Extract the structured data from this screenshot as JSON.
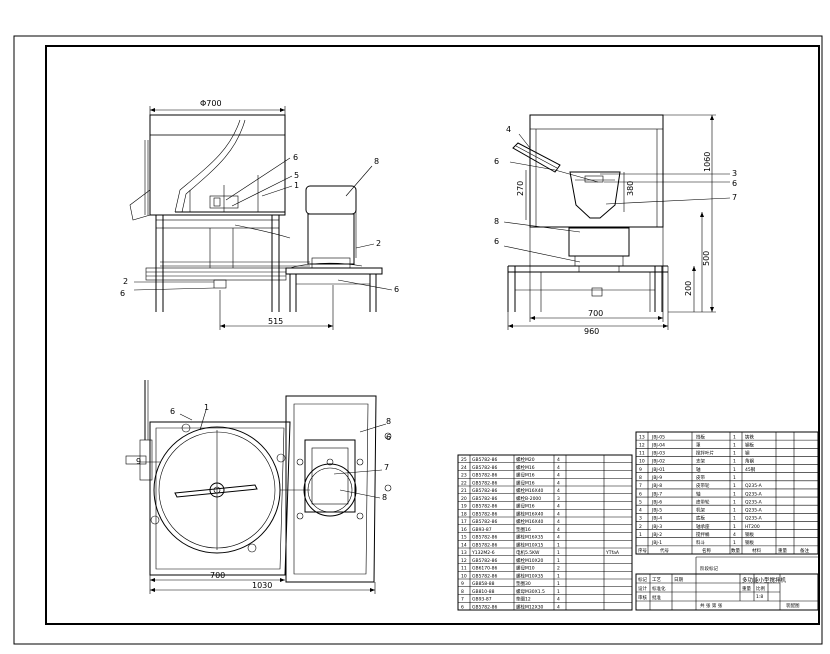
{
  "dims": {
    "phi700": "Φ700",
    "d515": "515",
    "d700_front": "700",
    "d960": "960",
    "d1060": "1060",
    "d270": "270",
    "d380": "380",
    "d500": "500",
    "d200": "200",
    "d700_plan": "700",
    "d1030": "1030"
  },
  "balloons": {
    "front": [
      "6",
      "5",
      "1",
      "2",
      "6",
      "2",
      "6",
      "6"
    ],
    "front_top_right": "8",
    "front_bottom_right": "6",
    "front_left_bottom": "2",
    "side": [
      "4",
      "6",
      "3",
      "6",
      "7",
      "8",
      "6"
    ],
    "plan": [
      "6",
      "1",
      "9",
      "8",
      "6",
      "7",
      "8"
    ]
  },
  "parts_left": [
    {
      "no": "25",
      "code": "GB5782-86",
      "name": "螺栓M20",
      "qty": "4"
    },
    {
      "no": "24",
      "code": "GB5782-86",
      "name": "螺栓M16",
      "qty": "4"
    },
    {
      "no": "23",
      "code": "GB5782-86",
      "name": "螺母M16",
      "qty": "4"
    },
    {
      "no": "22",
      "code": "GB5782-86",
      "name": "螺母M16",
      "qty": "4"
    },
    {
      "no": "21",
      "code": "GB5782-86",
      "name": "螺栓M16X40",
      "qty": "4"
    },
    {
      "no": "20",
      "code": "GB5782-86",
      "name": "螺栓B-2000",
      "qty": "3"
    },
    {
      "no": "19",
      "code": "GB5782-86",
      "name": "螺母M16",
      "qty": "4"
    },
    {
      "no": "18",
      "code": "GB5782-86",
      "name": "螺栓M16X40",
      "qty": "4"
    },
    {
      "no": "17",
      "code": "GB5782-86",
      "name": "螺栓M16X40",
      "qty": "4"
    },
    {
      "no": "16",
      "code": "GB93-87",
      "name": "垫圈16",
      "qty": "4"
    },
    {
      "no": "15",
      "code": "GB5782-86",
      "name": "螺栓M16X35",
      "qty": "4"
    },
    {
      "no": "14",
      "code": "GB5782-86",
      "name": "螺栓M10X15",
      "qty": "1"
    },
    {
      "no": "13",
      "code": "Y132M2-6",
      "name": "电机5.5KW",
      "qty": "1",
      "note": "YTfaA"
    },
    {
      "no": "12",
      "code": "GB5782-86",
      "name": "螺栓M10X20",
      "qty": "1"
    },
    {
      "no": "11",
      "code": "GB6170-86",
      "name": "螺母M10",
      "qty": "2"
    },
    {
      "no": "10",
      "code": "GB5782-86",
      "name": "螺栓M10X35",
      "qty": "1"
    },
    {
      "no": "9",
      "code": "GB858-88",
      "name": "垫圈30",
      "qty": "1"
    },
    {
      "no": "8",
      "code": "GB810-88",
      "name": "螺母M30X1.5",
      "qty": "1"
    },
    {
      "no": "7",
      "code": "GB93-87",
      "name": "垫圈12",
      "qty": "4"
    },
    {
      "no": "6",
      "code": "GB5782-86",
      "name": "螺栓M12X30",
      "qty": "4"
    }
  ],
  "parts_right": [
    {
      "no": "13",
      "code": "JBJ-05",
      "name": "挡板",
      "qty": "1",
      "mat": "铸铁"
    },
    {
      "no": "12",
      "code": "JBJ-04",
      "name": "罩",
      "qty": "1",
      "mat": "钢板"
    },
    {
      "no": "11",
      "code": "JBJ-03",
      "name": "搅拌叶片",
      "qty": "1",
      "mat": "钢"
    },
    {
      "no": "10",
      "code": "JBJ-02",
      "name": "支架",
      "qty": "1",
      "mat": "角钢"
    },
    {
      "no": "9",
      "code": "JBJ-01",
      "name": "轴",
      "qty": "1",
      "mat": "45钢"
    },
    {
      "no": "8",
      "code": "JBJ-9",
      "name": "皮带",
      "qty": "1",
      "mat": ""
    },
    {
      "no": "7",
      "code": "JBJ-8",
      "name": "皮带轮",
      "qty": "1",
      "mat": "Q235-A"
    },
    {
      "no": "6",
      "code": "JBJ-7",
      "name": "轴",
      "qty": "1",
      "mat": "Q235-A"
    },
    {
      "no": "5",
      "code": "JBJ-6",
      "name": "皮带轮",
      "qty": "1",
      "mat": "Q235-A"
    },
    {
      "no": "4",
      "code": "JBJ-5",
      "name": "机架",
      "qty": "1",
      "mat": "Q235-A"
    },
    {
      "no": "3",
      "code": "JBJ-4",
      "name": "底板",
      "qty": "1",
      "mat": "Q235-A"
    },
    {
      "no": "2",
      "code": "JBJ-3",
      "name": "轴承座",
      "qty": "1",
      "mat": "HT200"
    },
    {
      "no": "1",
      "code": "JBJ-2",
      "name": "搅拌桶",
      "qty": "4",
      "mat": "钢板"
    },
    {
      "no": "",
      "code": "JBJ-1",
      "name": "料斗",
      "qty": "1",
      "mat": "钢板"
    }
  ],
  "parts_header": {
    "no": "序号",
    "code": "代号",
    "name": "名称",
    "qty": "数量",
    "mat": "材料",
    "weight": "重量",
    "note": "备注"
  },
  "title_block": {
    "drawing_name": "多功能小型搅拌机",
    "stage": "阶段标记",
    "weight": "重量",
    "scale": "比例",
    "scale_val": "1:8",
    "sheet": "共 张 第 张",
    "code": "装配图",
    "rows": [
      "标记",
      "设计",
      "审核",
      "工艺",
      "标准化",
      "批准",
      "日期"
    ]
  }
}
